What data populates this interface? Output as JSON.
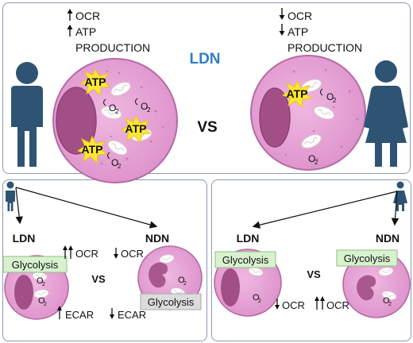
{
  "top": {
    "left_lines": [
      "OCR",
      "ATP",
      "PRODUCTION"
    ],
    "right_lines": [
      "OCR",
      "ATP",
      "PRODUCTION"
    ],
    "center_title": "LDN",
    "vs": "VS",
    "atp": "ATP",
    "o2": "O",
    "o2_sub": "2"
  },
  "bottom_left": {
    "left_label": "LDN",
    "right_label": "NDN",
    "ocr_left": "OCR",
    "ocr_right": "OCR",
    "ecar_left": "ECAR",
    "ecar_right": "ECAR",
    "glycolysis_left": "Glycolysis",
    "glycolysis_right": "Glycolysis",
    "vs": "VS",
    "o2": "O",
    "o2_sub": "2"
  },
  "bottom_right": {
    "left_label": "LDN",
    "right_label": "NDN",
    "ocr_left": "OCR",
    "ocr_right": "OCR",
    "glycolysis_left": "Glycolysis",
    "glycolysis_right": "Glycolysis",
    "vs": "VS",
    "o2": "O",
    "o2_sub": "2"
  },
  "colors": {
    "panel_border": "#8a9bb0",
    "person": "#2f5373",
    "cell_fill": "#e7a6d6",
    "cell_border": "#b56aa5",
    "nucleus": "#a24f86",
    "ldn_title": "#2f7fc1",
    "atp_star": "#ffe833",
    "glycolysis_bg": "#d8f2cf"
  }
}
